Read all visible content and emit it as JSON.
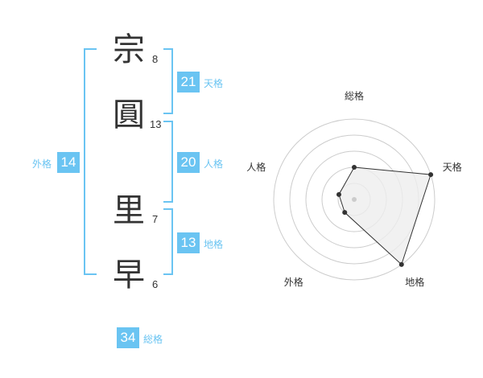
{
  "name_chars": [
    {
      "char": "宗",
      "strokes": "8"
    },
    {
      "char": "圓",
      "strokes": "13"
    },
    {
      "char": "里",
      "strokes": "7"
    },
    {
      "char": "早",
      "strokes": "6"
    }
  ],
  "fortunes": {
    "tenkaku": {
      "value": "21",
      "label": "天格"
    },
    "jinkaku": {
      "value": "20",
      "label": "人格"
    },
    "chikaku": {
      "value": "13",
      "label": "地格"
    },
    "gaikaku": {
      "value": "14",
      "label": "外格"
    },
    "soukaku": {
      "value": "34",
      "label": "総格"
    }
  },
  "colors": {
    "accent": "#6ac4f2",
    "text": "#333333",
    "grid": "#cccccc",
    "fill": "#eeeeee"
  },
  "chart_data": {
    "type": "radar",
    "axes": [
      "総格",
      "天格",
      "地格",
      "外格",
      "人格"
    ],
    "values": [
      2,
      5,
      5,
      1,
      1
    ],
    "max": 5,
    "grid": true
  }
}
